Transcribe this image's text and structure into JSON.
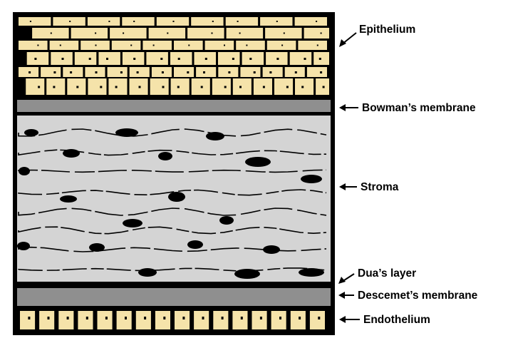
{
  "colors": {
    "cell_fill": "#f5e3aa",
    "membrane_fill": "#8f8f8f",
    "stroma_fill": "#d4d4d4",
    "outline": "#000000",
    "background": "#ffffff"
  },
  "layers": [
    {
      "id": "epithelium",
      "label": "Epithelium"
    },
    {
      "id": "bowman",
      "label": "Bowman’s membrane"
    },
    {
      "id": "stroma",
      "label": "Stroma"
    },
    {
      "id": "dua",
      "label": "Dua’s layer"
    },
    {
      "id": "descemet",
      "label": "Descemet’s membrane"
    },
    {
      "id": "endothelium",
      "label": "Endothelium"
    }
  ]
}
